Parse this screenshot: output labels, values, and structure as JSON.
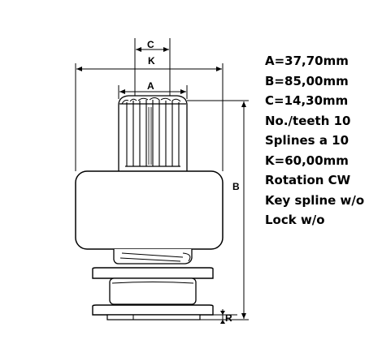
{
  "diagram": {
    "dimension_letters": {
      "c": "C",
      "k": "K",
      "a": "A",
      "b": "B",
      "r": "R"
    }
  },
  "specs": [
    "A=37,70mm",
    "B=85,00mm",
    "C=14,30mm",
    "No./teeth 10",
    "Splines a 10",
    "K=60,00mm",
    "Rotation CW",
    "Key spline w/o",
    "Lock w/o"
  ],
  "colors": {
    "line": "#000000",
    "part_fill": "#ffffff"
  }
}
